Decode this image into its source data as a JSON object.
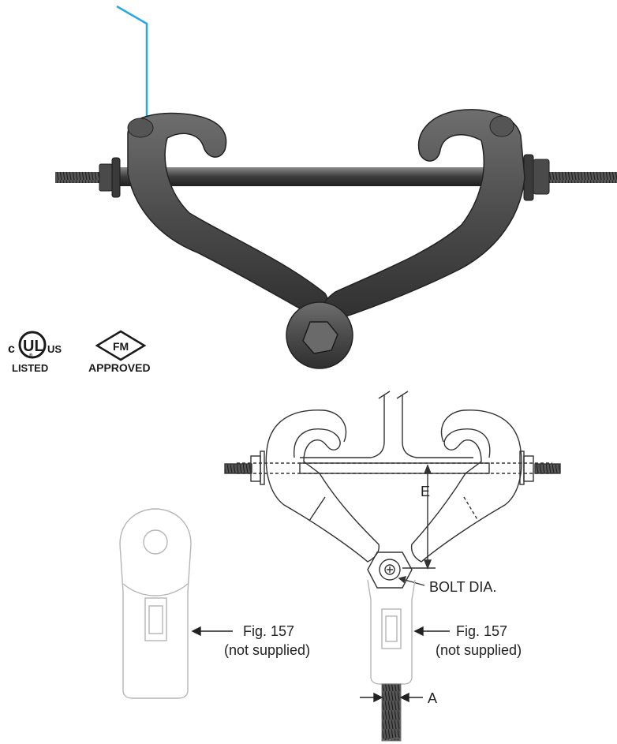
{
  "product_photo": {
    "description_icon": "beam-clamp-photo",
    "hanger_color": "#29a9e0"
  },
  "certifications": {
    "ul": {
      "c": "c",
      "mark": "UL",
      "r": "®",
      "us": "US",
      "listed": "LISTED"
    },
    "fm": {
      "mark": "FM",
      "approved": "APPROVED"
    }
  },
  "diagram": {
    "label_e": "E",
    "label_bolt": "BOLT DIA.",
    "label_a": "A",
    "fig_left_line1": "Fig. 157",
    "fig_left_line2": "(not supplied)",
    "fig_right_line1": "Fig. 157",
    "fig_right_line2": "(not supplied)"
  }
}
